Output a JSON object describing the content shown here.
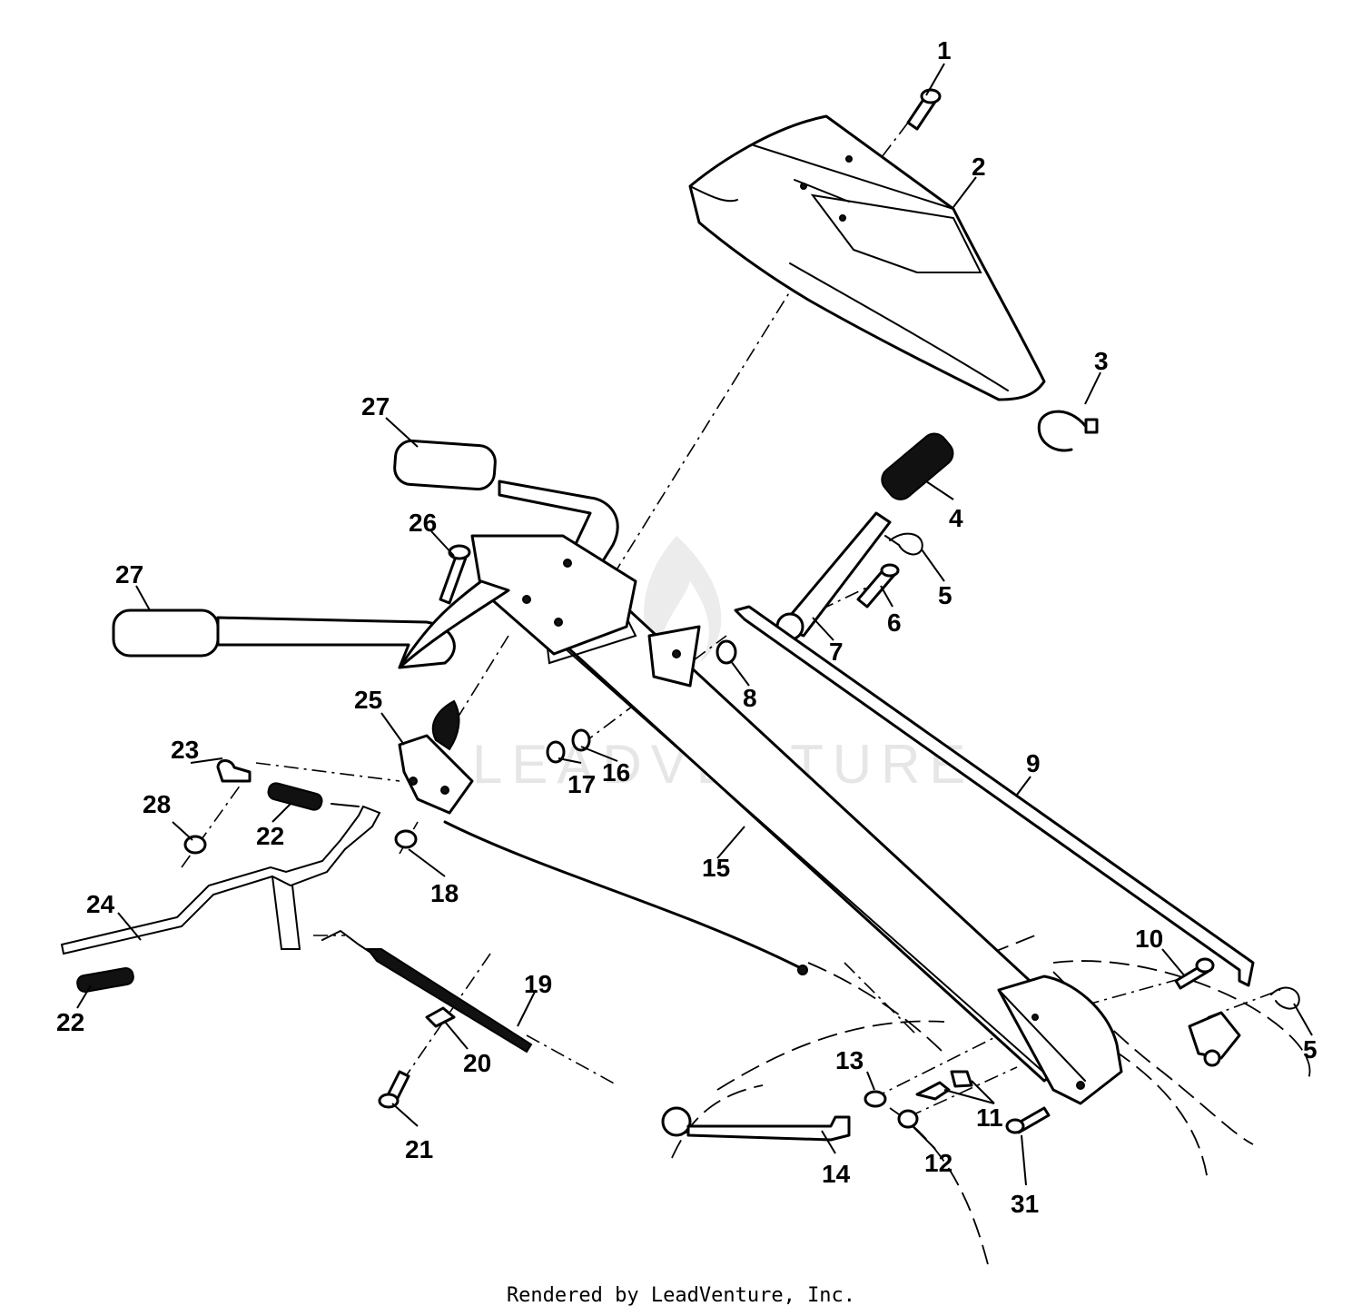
{
  "callouts": [
    "1",
    "2",
    "3",
    "4",
    "5",
    "5",
    "6",
    "7",
    "8",
    "9",
    "10",
    "11",
    "12",
    "13",
    "14",
    "15",
    "16",
    "17",
    "18",
    "19",
    "20",
    "21",
    "22",
    "22",
    "23",
    "24",
    "25",
    "26",
    "27",
    "27",
    "28",
    "31"
  ],
  "watermark": "LEADVENTURE",
  "footer": "Rendered by LeadVenture, Inc."
}
